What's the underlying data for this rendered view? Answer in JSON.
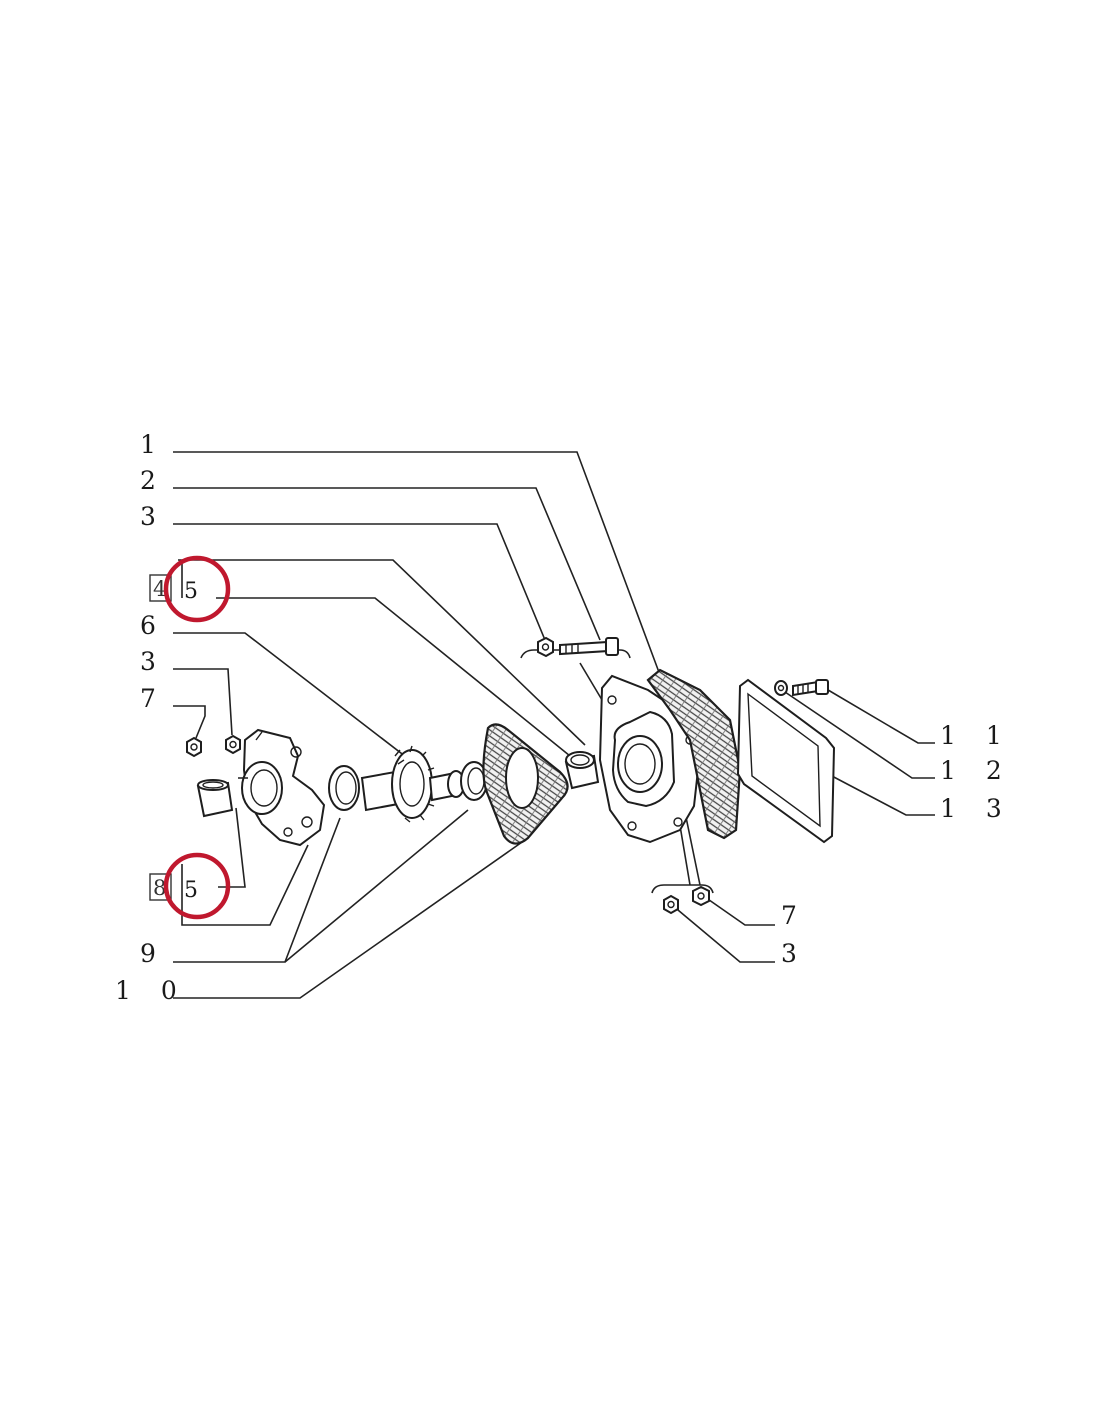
{
  "callouts": {
    "c1": "1",
    "c2": "2",
    "c3_top": "3",
    "c4_box": "4",
    "c5_top": "5",
    "c6": "6",
    "c3_mid": "3",
    "c7_left": "7",
    "c8_box": "8",
    "c5_bottom": "5",
    "c9": "9",
    "c10": "1 0",
    "c11": "1 1",
    "c12": "1 2",
    "c13": "1 3",
    "c7_right": "7",
    "c3_right": "3"
  },
  "colors": {
    "highlight": "#c0182e",
    "ink": "#1e1e1e"
  }
}
